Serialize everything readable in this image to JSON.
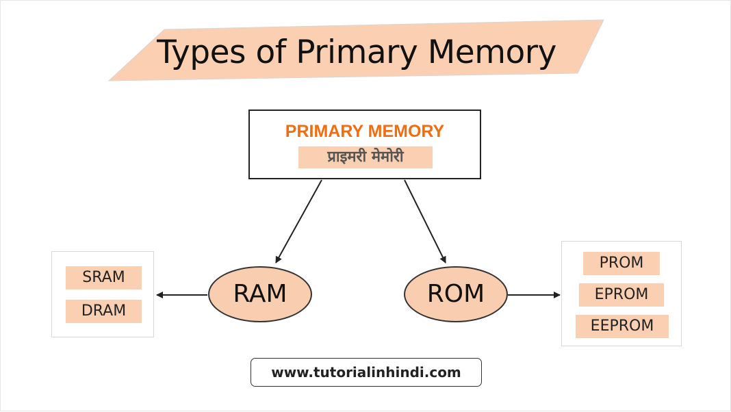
{
  "title": "Types of Primary Memory",
  "root": {
    "label_en": "PRIMARY MEMORY",
    "label_hi": "प्राइमरी मेमोरी"
  },
  "ram": {
    "label": "RAM",
    "types": [
      "SRAM",
      "DRAM"
    ]
  },
  "rom": {
    "label": "ROM",
    "types": [
      "PROM",
      "EPROM",
      "EEPROM"
    ]
  },
  "website": "www.tutorialinhindi.com",
  "colors": {
    "accent_fill": "#f8cdb0",
    "highlight_text": "#f26c10",
    "banner": "#fbcfb2"
  }
}
